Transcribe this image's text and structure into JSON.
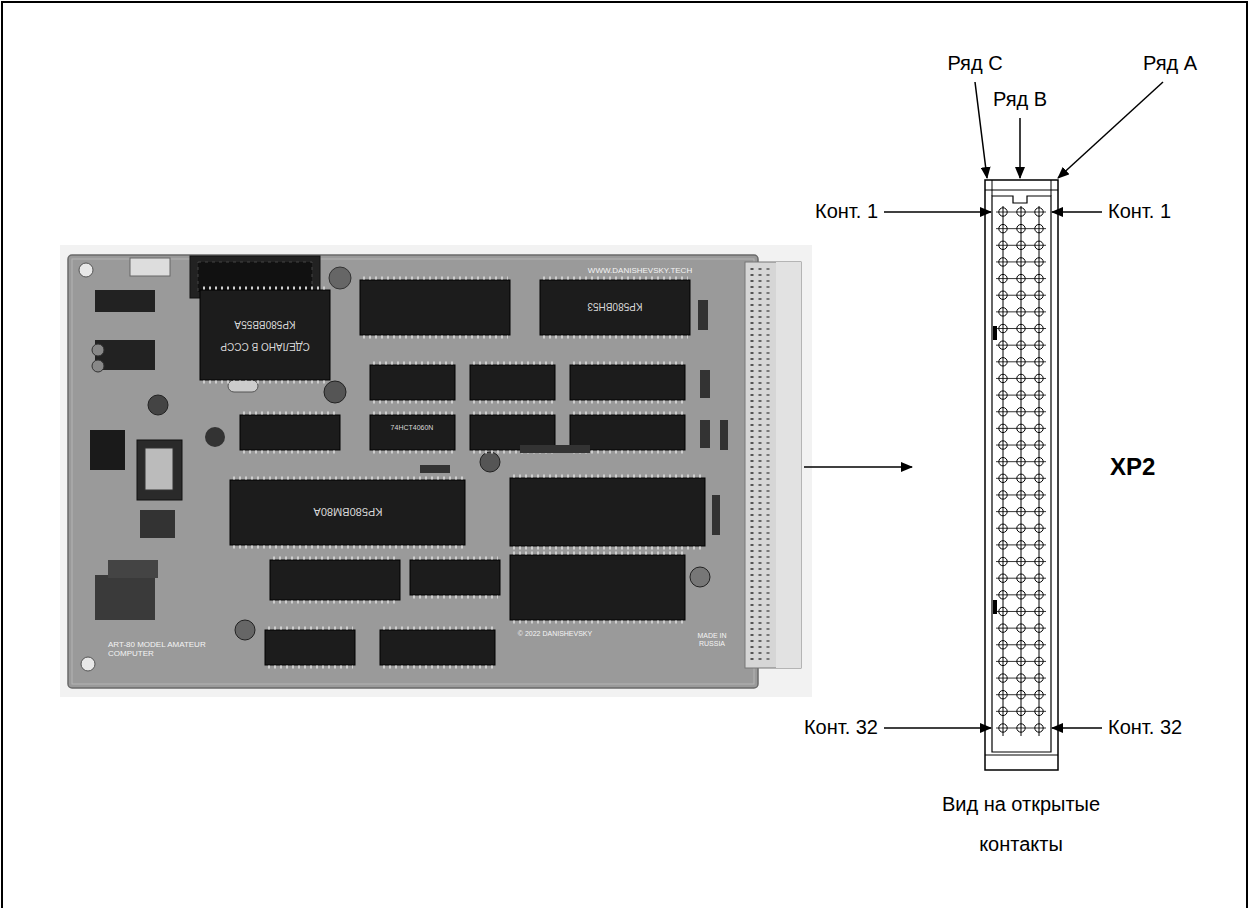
{
  "diagram": {
    "labels": [
      "Ряд C",
      "Ряд B",
      "Ряд A",
      "Конт. 1",
      "Конт. 1",
      "WWW.DANISHEVSKY.TECH",
      "KP580BB55A",
      "СДЕЛАНО В СССР",
      "KP580BH53",
      "74HCT4060N",
      "KP580BM80A",
      "ART-80 MODEL AMATEUR COMPUTER",
      "© 2022 DANISHEVSKY",
      "MADE IN RUSSIA",
      "XP2",
      "Конт. 32",
      "Конт. 32",
      "Вид на открытые контакты"
    ]
  }
}
